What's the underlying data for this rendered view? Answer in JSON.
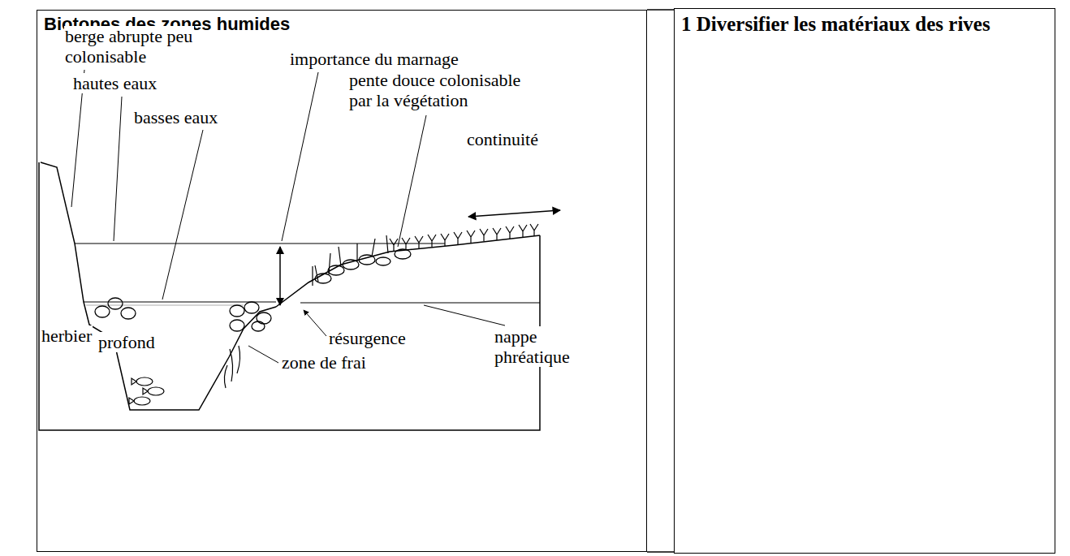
{
  "diagram": {
    "nodes": [
      {
        "text": [
          "Biotopes des zones humides"
        ]
      },
      {
        "text": [
          "1 Diversifier les matériaux des rives"
        ]
      }
    ],
    "edges": [],
    "labels": [
      "berge abrupte peu colonisable",
      "hautes eaux",
      "basses eaux",
      "importance du marnage",
      "pente douce colonisable par la végétation",
      "continuité",
      "herbier",
      "profond",
      "résurgence",
      "zone de frai",
      "nappe phréatique"
    ]
  }
}
